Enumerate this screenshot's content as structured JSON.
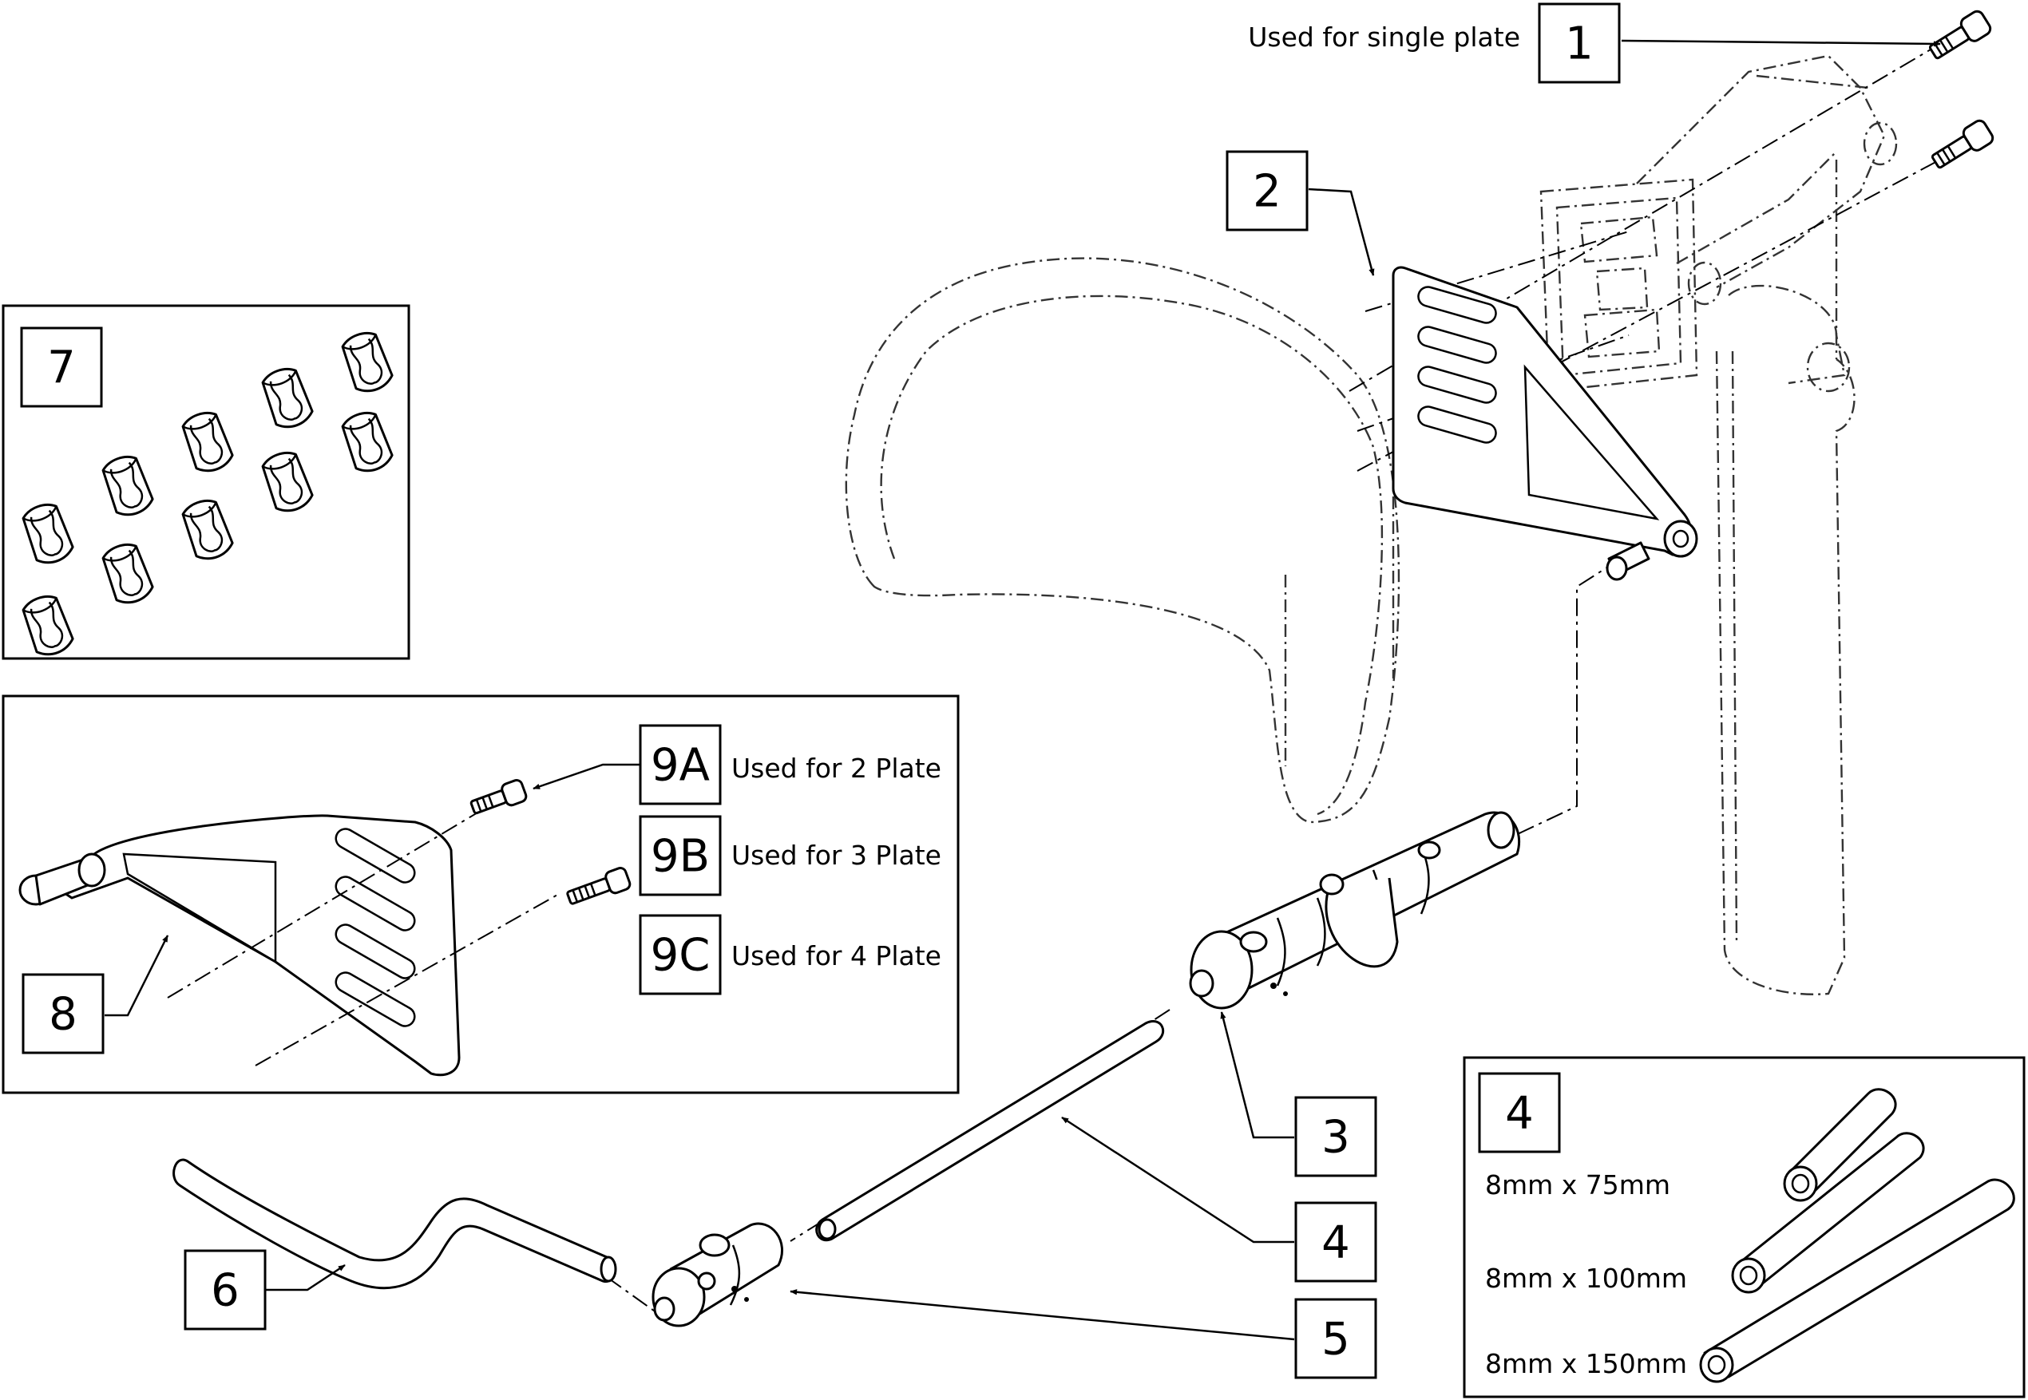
{
  "callouts": {
    "c1": "1",
    "c2": "2",
    "c3": "3",
    "c4": "4",
    "c5": "5",
    "c6": "6",
    "c7": "7",
    "c8": "8",
    "c9a": "9A",
    "c9b": "9B",
    "c9c": "9C",
    "c4_detail": "4"
  },
  "notes": {
    "single_plate": "Used for single plate",
    "two_plate": "Used for 2 Plate",
    "three_plate": "Used for 3 Plate",
    "four_plate": "Used for 4 Plate"
  },
  "rod_sizes": [
    "8mm x 75mm",
    "8mm x 100mm",
    "8mm x 150mm"
  ]
}
